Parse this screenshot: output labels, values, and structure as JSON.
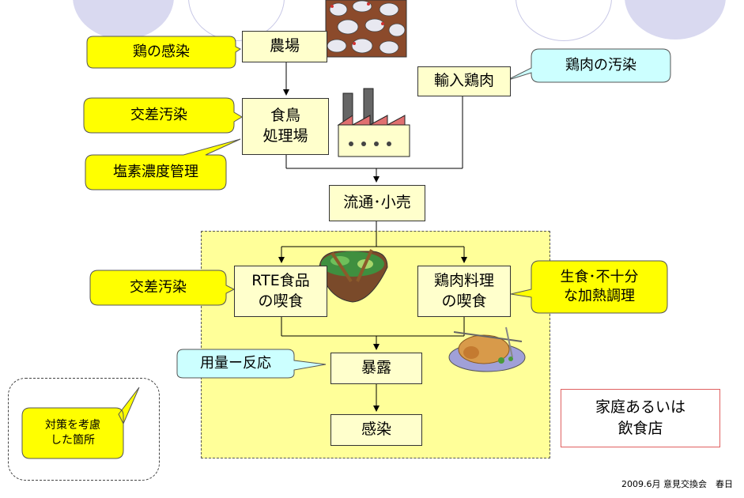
{
  "nodes": {
    "farm": "農場",
    "imported_chicken": "輸入鶏肉",
    "processing_plant": "食鳥\n処理場",
    "distribution_retail": "流通･小売",
    "rte_food": "RTE食品\nの喫食",
    "chicken_dish": "鶏肉料理\nの喫食",
    "exposure": "暴露",
    "infection": "感染"
  },
  "callouts": {
    "chicken_infection": "鶏の感染",
    "chicken_meat_contamination": "鶏肉の汚染",
    "cross_contamination_plant": "交差汚染",
    "chlorine_control": "塩素濃度管理",
    "cross_contamination_rte": "交差汚染",
    "raw_undercooked": "生食･不十分\nな加熱調理",
    "dose_response": "用量ー反応",
    "legend": "対策を考慮\nした箇所"
  },
  "home_or_restaurant": "家庭あるいは\n飲食店",
  "footer": "2009.6月 意見交換会　春日",
  "colors": {
    "node_fill": "#ffffcc",
    "zone_fill": "#ffff99",
    "callout_yellow": "#ffff00",
    "callout_blue": "#ccffff",
    "deco_circle": "#d9d9f0",
    "home_border": "#e06060"
  },
  "icons": [
    "chickens-icon",
    "factory-icon",
    "salad-bowl-icon",
    "roast-chicken-icon"
  ]
}
